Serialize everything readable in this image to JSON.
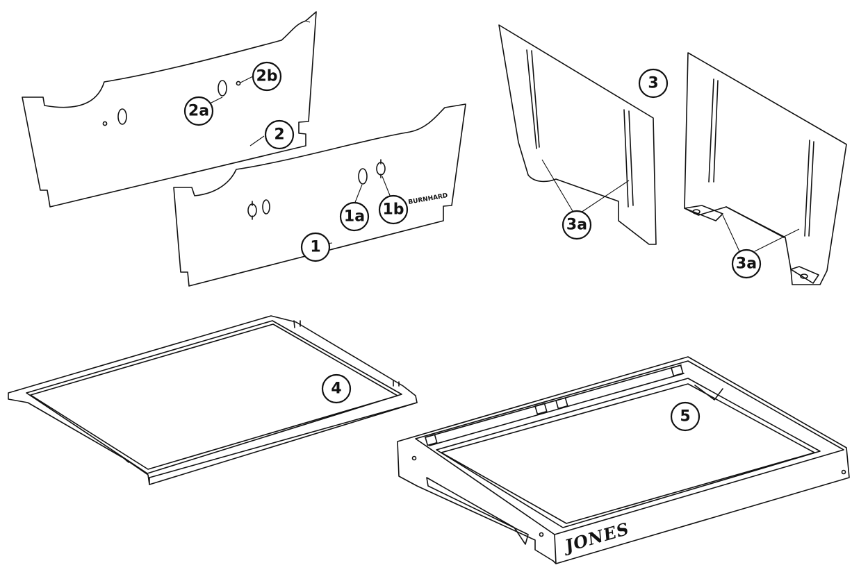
{
  "callouts": {
    "c1": "1",
    "c1a": "1a",
    "c1b": "1b",
    "c2": "2",
    "c2a": "2a",
    "c2b": "2b",
    "c3": "3",
    "c3a_left": "3a",
    "c3a_right": "3a",
    "c4": "4",
    "c5": "5"
  },
  "markings": {
    "panel1_brand": "BURNHARD",
    "tray5_logo": "JONES"
  }
}
